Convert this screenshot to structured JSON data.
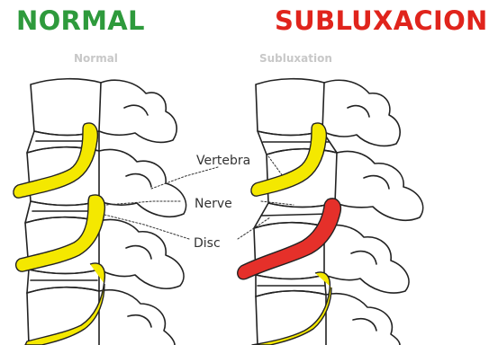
{
  "titles": {
    "normal": "NORMAL",
    "subluxation": "SUBLUXACION"
  },
  "faint_headers": {
    "normal": "Normal",
    "subluxation": "Subluxation"
  },
  "labels": {
    "vertebra": "Vertebra",
    "nerve": "Nerve",
    "disc": "Disc"
  },
  "colors": {
    "title_normal": "#2e9a3c",
    "title_subluxation": "#e0241c",
    "nerve_normal": "#f4e800",
    "nerve_pinched": "#e5302a",
    "outline": "#222222"
  }
}
